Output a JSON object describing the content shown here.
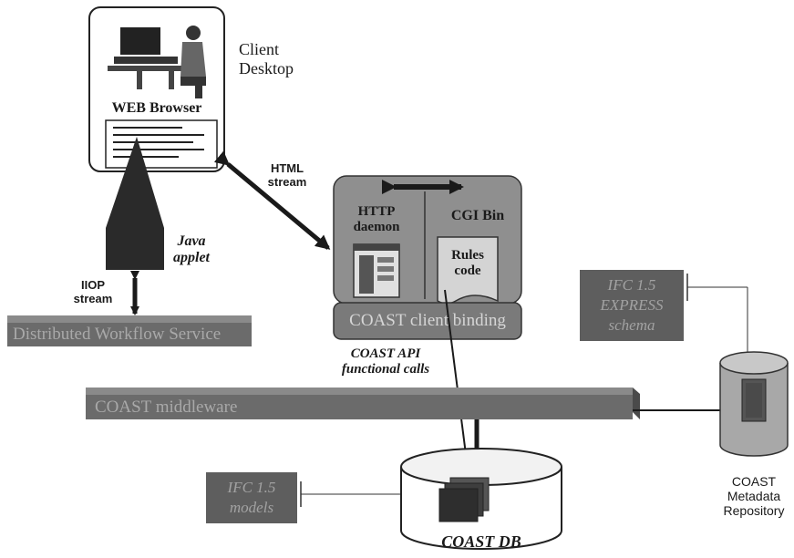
{
  "client": {
    "caption": "Client\nDesktop",
    "browser_label": "WEB Browser"
  },
  "streams": {
    "html": "HTML\nstream",
    "iiop": "IIOP\nstream"
  },
  "applet": {
    "label": "Java\napplet"
  },
  "server": {
    "http_label": "HTTP\ndaemon",
    "cgi_label": "CGI Bin",
    "rules_label": "Rules\ncode",
    "binding_label": "COAST client binding"
  },
  "api_label": "COAST API\nfunctional calls",
  "workflow_label": "Distributed Workflow Service",
  "middleware_label": "COAST middleware",
  "schema_label": "IFC 1.5\nEXPRESS\nschema",
  "models_label": "IFC 1.5\nmodels",
  "db_label": "COAST DB",
  "repository_label": "COAST\nMetadata\nRepository",
  "colors": {
    "ink": "#1a1a1a",
    "slab": "#6b6b6b",
    "server_fill": "#8f8f8f",
    "binding_fill": "#7a7a7a"
  },
  "icons": [
    "person-at-computer-icon",
    "server-window-icon",
    "document-icon",
    "document-stack-icon"
  ]
}
